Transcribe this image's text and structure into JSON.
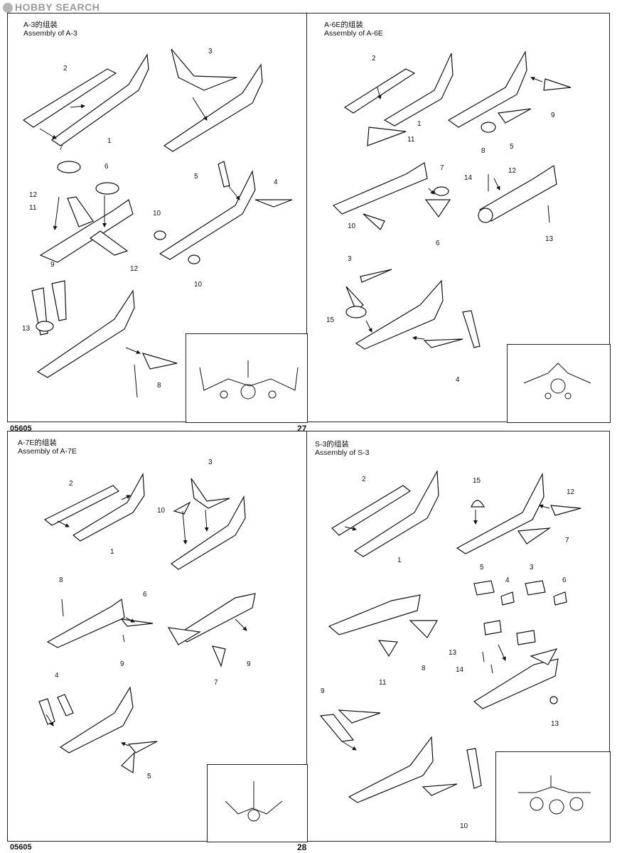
{
  "watermark": "HOBBY SEARCH",
  "footer": {
    "code_top": "05605",
    "page_top": "27",
    "code_bottom": "05605",
    "page_bottom": "28"
  },
  "panels": [
    {
      "id": "a3",
      "title_cn": "A-3的组装",
      "title_en": "Assembly of A-3",
      "labels": [
        "2",
        "1",
        "3",
        "7",
        "6",
        "12",
        "11",
        "12",
        "5",
        "4",
        "10",
        "10",
        "9",
        "13",
        "8"
      ]
    },
    {
      "id": "a6e",
      "title_cn": "A-6E的组装",
      "title_en": "Assembly of A-6E",
      "labels": [
        "2",
        "1",
        "9",
        "11",
        "8",
        "5",
        "7",
        "12",
        "14",
        "10",
        "6",
        "13",
        "3",
        "15",
        "4"
      ]
    },
    {
      "id": "a7e",
      "title_cn": "A-7E的组装",
      "title_en": "Assembly of A-7E",
      "labels": [
        "2",
        "1",
        "3",
        "10",
        "8",
        "6",
        "9",
        "9",
        "7",
        "4",
        "5"
      ]
    },
    {
      "id": "s3",
      "title_cn": "S-3的组装",
      "title_en": "Assembly of S-3",
      "labels": [
        "2",
        "1",
        "15",
        "12",
        "7",
        "5",
        "4",
        "3",
        "6",
        "13",
        "14",
        "11",
        "8",
        "9",
        "13",
        "10"
      ]
    }
  ]
}
